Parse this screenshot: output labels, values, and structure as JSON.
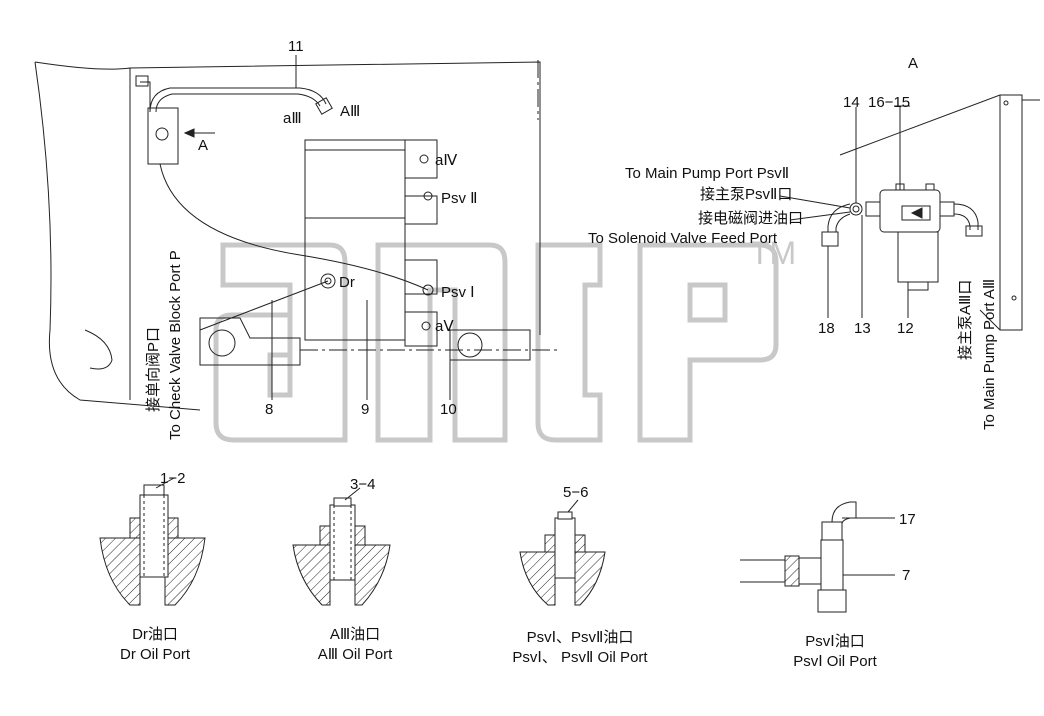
{
  "view_label": "A",
  "arrow_label": "A",
  "part_numbers": {
    "p11": "11",
    "p14": "14",
    "p16_15": "16−15",
    "p18": "18",
    "p13": "13",
    "p12": "12",
    "p8": "8",
    "p9": "9",
    "p10": "10",
    "p1_2": "1−2",
    "p3_4": "3−4",
    "p5_6": "5−6",
    "p17": "17",
    "p7": "7"
  },
  "port_labels": {
    "a3": "aⅢ",
    "A3": "AⅢ",
    "a4": "aⅣ",
    "psv2": "Psv Ⅱ",
    "dr": "Dr",
    "psv1": "Psv Ⅰ",
    "a5": "aⅤ"
  },
  "callouts": {
    "main_pump_psv2_en": "To Main Pump Port PsvⅡ",
    "main_pump_psv2_cn": "接主泵PsvⅡ口",
    "solenoid_cn": "接电磁阀进油口",
    "solenoid_en": "To Solenoid Valve Feed Port",
    "check_valve_cn": "接单向阀P口",
    "check_valve_en": "To Check Valve Block Port P",
    "main_pump_a3_cn": "接主泵AⅢ口",
    "main_pump_a3_en": "To Main Pump Port AⅢ"
  },
  "details": [
    {
      "cn": "Dr油口",
      "en": "Dr Oil Port"
    },
    {
      "cn": "AⅢ油口",
      "en": "AⅢ Oil Port"
    },
    {
      "cn": "PsvⅠ、PsvⅡ油口",
      "en": "PsvⅠ、 PsvⅡ Oil Port"
    },
    {
      "cn": "PsvⅠ油口",
      "en": "PsvⅠ  Oil Port"
    }
  ],
  "watermark": {
    "tm": "TM"
  }
}
